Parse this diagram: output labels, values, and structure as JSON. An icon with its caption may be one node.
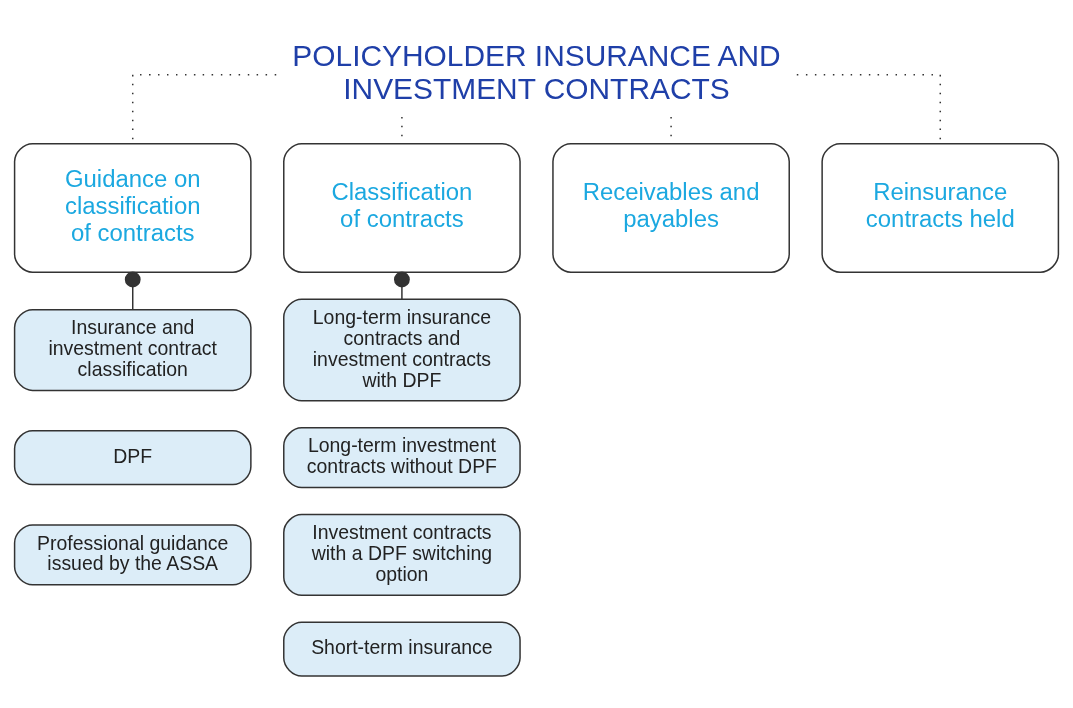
{
  "diagram": {
    "nodes": [
      {
        "text": [
          "POLICYHOLDER INSURANCE AND INVESTMENT CONTRACTS"
        ]
      },
      {
        "text": [
          "Guidance on classification of contracts"
        ]
      },
      {
        "text": [
          "Classification of contracts"
        ]
      },
      {
        "text": [
          "Receivables and payables"
        ]
      },
      {
        "text": [
          "Reinsurance contracts held"
        ]
      },
      {
        "text": [
          "Insurance and investment contract classification"
        ]
      },
      {
        "text": [
          "DPF"
        ]
      },
      {
        "text": [
          "Professional guidance issued by the ASSA"
        ]
      },
      {
        "text": [
          "Long-term insurance contracts and investment contracts with DPF"
        ]
      },
      {
        "text": [
          "Long-term investment contracts without DPF"
        ]
      },
      {
        "text": [
          "Investment contracts with a DPF switching option"
        ]
      },
      {
        "text": [
          "Short-term insurance"
        ]
      }
    ],
    "edges": [
      {
        "from": 0,
        "to": 1,
        "arrow": "none",
        "style": "dashed"
      },
      {
        "from": 0,
        "to": 2,
        "arrow": "none",
        "style": "dashed"
      },
      {
        "from": 0,
        "to": 3,
        "arrow": "none",
        "style": "dashed"
      },
      {
        "from": 0,
        "to": 4,
        "arrow": "none",
        "style": "dashed"
      },
      {
        "from": 1,
        "to": 5,
        "arrow": "other"
      },
      {
        "from": 2,
        "to": 8,
        "arrow": "other"
      }
    ]
  }
}
